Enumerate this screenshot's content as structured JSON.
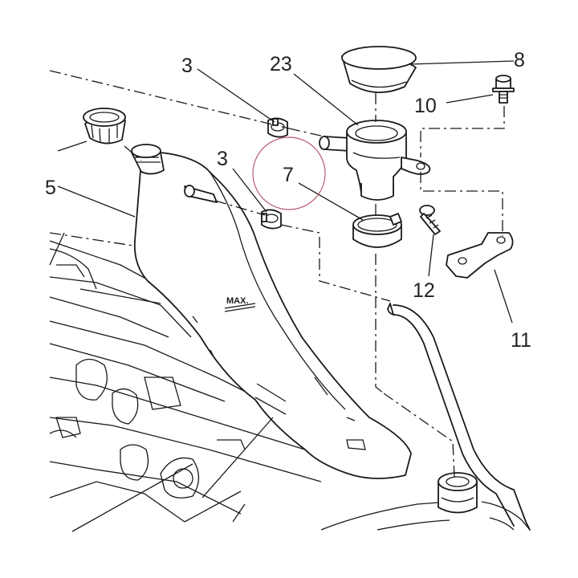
{
  "diagram": {
    "colors": {
      "ink": "#1a1a1a",
      "background": "#ffffff",
      "highlight_circle": "#b55a6a"
    },
    "callouts": [
      {
        "id": "c3a",
        "label": "3"
      },
      {
        "id": "c23",
        "label": "23"
      },
      {
        "id": "c8",
        "label": "8"
      },
      {
        "id": "c10",
        "label": "10"
      },
      {
        "id": "c3b",
        "label": "3"
      },
      {
        "id": "c7",
        "label": "7"
      },
      {
        "id": "c5",
        "label": "5"
      },
      {
        "id": "c12",
        "label": "12"
      },
      {
        "id": "c11",
        "label": "11"
      }
    ],
    "tank_marking": "MAX."
  }
}
